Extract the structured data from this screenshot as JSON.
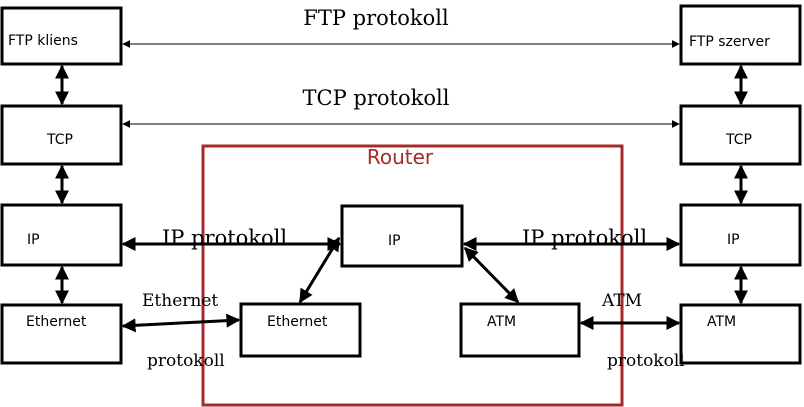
{
  "colors": {
    "router_frame": "#a52a2a",
    "box_stroke": "#000000",
    "text": "#000000"
  },
  "router": {
    "title": "Router"
  },
  "client": {
    "app": "FTP kliens",
    "transport": "TCP",
    "network": "IP",
    "link": "Ethernet"
  },
  "server": {
    "app": "FTP szerver",
    "transport": "TCP",
    "network": "IP",
    "link": "ATM"
  },
  "router_stack": {
    "network": "IP",
    "link_left": "Ethernet",
    "link_right": "ATM"
  },
  "protocols": {
    "ftp": "FTP protokoll",
    "tcp": "TCP protokoll",
    "ip_left": "IP protokoll",
    "ip_right": "IP protokoll",
    "ethernet_top": "Ethernet",
    "ethernet_bottom": "protokoll",
    "atm_top": "ATM",
    "atm_bottom": "protokoll"
  }
}
